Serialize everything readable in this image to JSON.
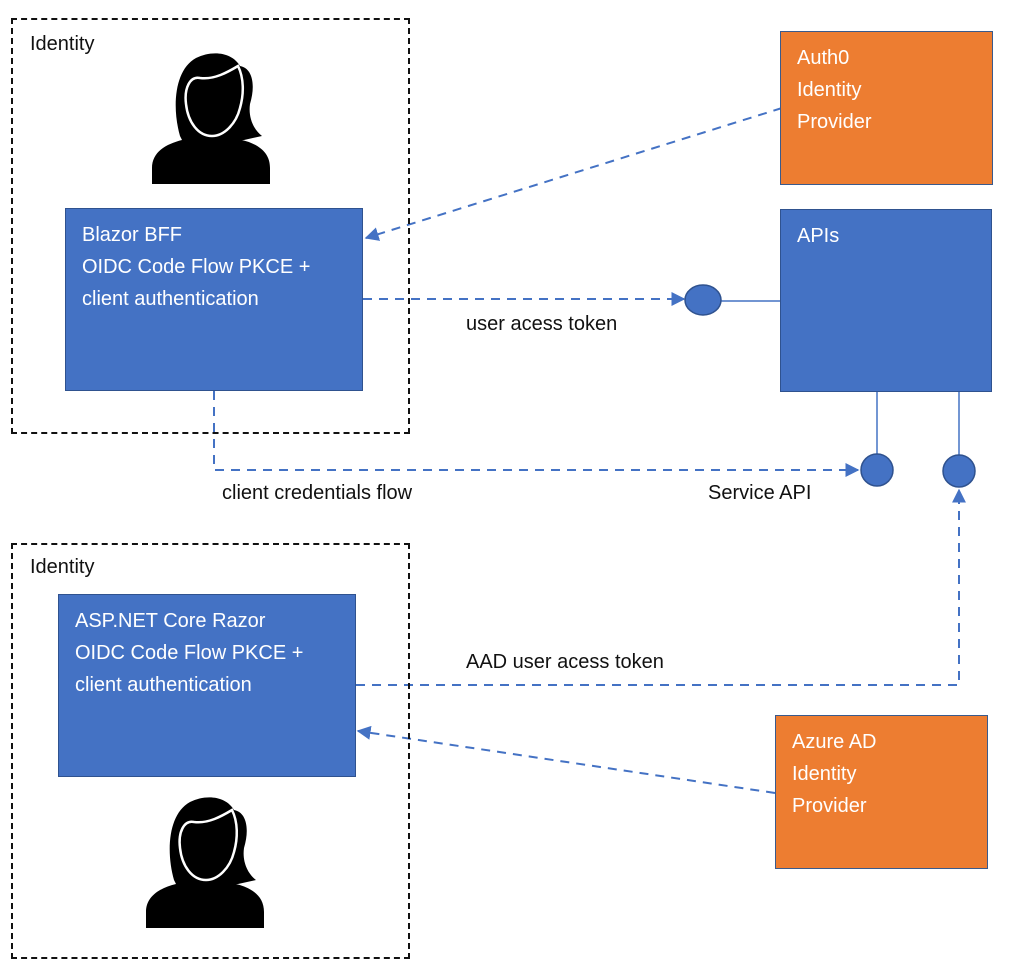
{
  "diagram": {
    "colors": {
      "app_box": "#4472c4",
      "provider_box": "#ed7d31",
      "connector": "#4472c4",
      "group_border": "#111111"
    },
    "groups": [
      {
        "id": "identity-top",
        "label": "Identity"
      },
      {
        "id": "identity-bottom",
        "label": "Identity"
      }
    ],
    "nodes": {
      "blazor": {
        "lines": [
          "Blazor BFF",
          "OIDC Code Flow PKCE +",
          "client authentication"
        ]
      },
      "razor": {
        "lines": [
          "ASP.NET Core Razor",
          "OIDC Code Flow PKCE +",
          "client authentication"
        ]
      },
      "auth0": {
        "lines": [
          "Auth0",
          "Identity",
          "Provider"
        ]
      },
      "apis": {
        "lines": [
          "APIs"
        ]
      },
      "azuread": {
        "lines": [
          "Azure AD",
          "Identity",
          "Provider"
        ]
      }
    },
    "edges": [
      {
        "from": "auth0",
        "to": "blazor",
        "style": "dashed",
        "label": ""
      },
      {
        "from": "blazor",
        "to": "apis-user-endpoint",
        "style": "dashed",
        "label": "user acess token"
      },
      {
        "from": "blazor",
        "to": "apis-service-endpoint",
        "style": "dashed",
        "label": "client credentials flow"
      },
      {
        "from": "razor",
        "to": "apis-aad-endpoint",
        "style": "dashed",
        "label": "AAD user acess token"
      },
      {
        "from": "azuread",
        "to": "razor",
        "style": "dashed",
        "label": ""
      }
    ],
    "endpoints": {
      "service_label": "Service API"
    },
    "labels": {
      "user_token": "user acess token",
      "client_credentials": "client credentials flow",
      "service_api": "Service API",
      "aad_token": "AAD user acess token"
    }
  }
}
